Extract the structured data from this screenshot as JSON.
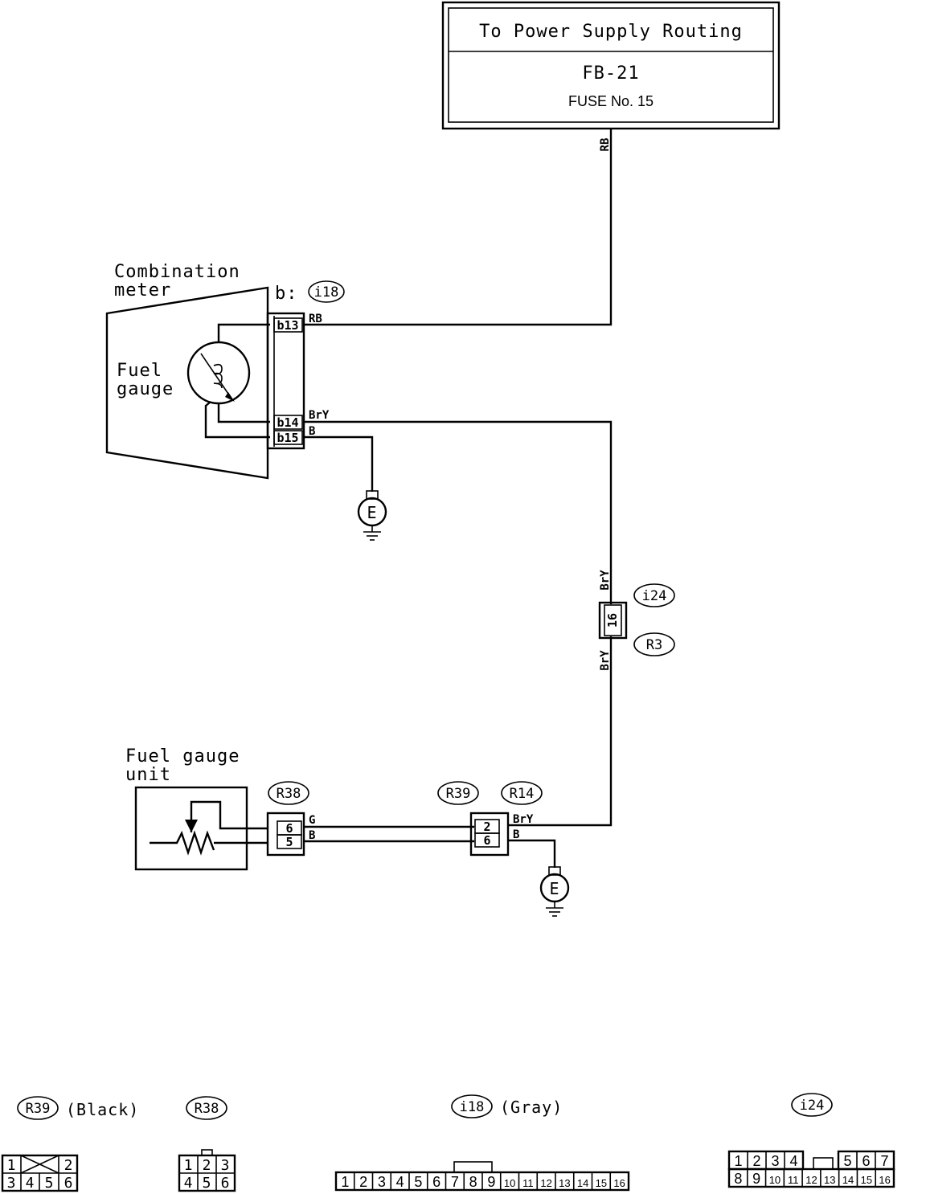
{
  "power_box": {
    "title": "To Power Supply Routing",
    "ref": "FB-21",
    "fuse": "FUSE No. 15"
  },
  "wires": {
    "rb": "RB",
    "bry": "BrY",
    "b": "B",
    "g": "G"
  },
  "meter": {
    "label_line1": "Combination",
    "label_line2": "meter",
    "gauge_line1": "Fuel",
    "gauge_line2": "gauge",
    "conn_prefix": "b:",
    "conn_id": "i18"
  },
  "meter_pins": [
    "b13",
    "b14",
    "b15"
  ],
  "ground": {
    "symbol": "E"
  },
  "junction": {
    "id_top": "i24",
    "id_bottom": "R3",
    "pin": "16"
  },
  "unit": {
    "label_line1": "Fuel gauge",
    "label_line2": "unit"
  },
  "connectors": {
    "r38": {
      "id": "R38",
      "pins": [
        "6",
        "5"
      ]
    },
    "r39": {
      "id": "R39",
      "pins": [
        "2",
        "6"
      ]
    },
    "r14": {
      "id": "R14"
    }
  },
  "legend": {
    "r39": {
      "id": "R39",
      "color": "(Black)",
      "top": [
        "1",
        "2"
      ],
      "bottom": [
        "3",
        "4",
        "5",
        "6"
      ]
    },
    "r38": {
      "id": "R38",
      "top": [
        "1",
        "2",
        "3"
      ],
      "bottom": [
        "4",
        "5",
        "6"
      ]
    },
    "i18": {
      "id": "i18",
      "color": "(Gray)",
      "pins": [
        "1",
        "2",
        "3",
        "4",
        "5",
        "6",
        "7",
        "8",
        "9",
        "10",
        "11",
        "12",
        "13",
        "14",
        "15",
        "16"
      ]
    },
    "i24": {
      "id": "i24",
      "top_left": [
        "1",
        "2",
        "3",
        "4"
      ],
      "top_right": [
        "5",
        "6",
        "7"
      ],
      "bottom": [
        "8",
        "9",
        "10",
        "11",
        "12",
        "13",
        "14",
        "15",
        "16"
      ]
    }
  }
}
